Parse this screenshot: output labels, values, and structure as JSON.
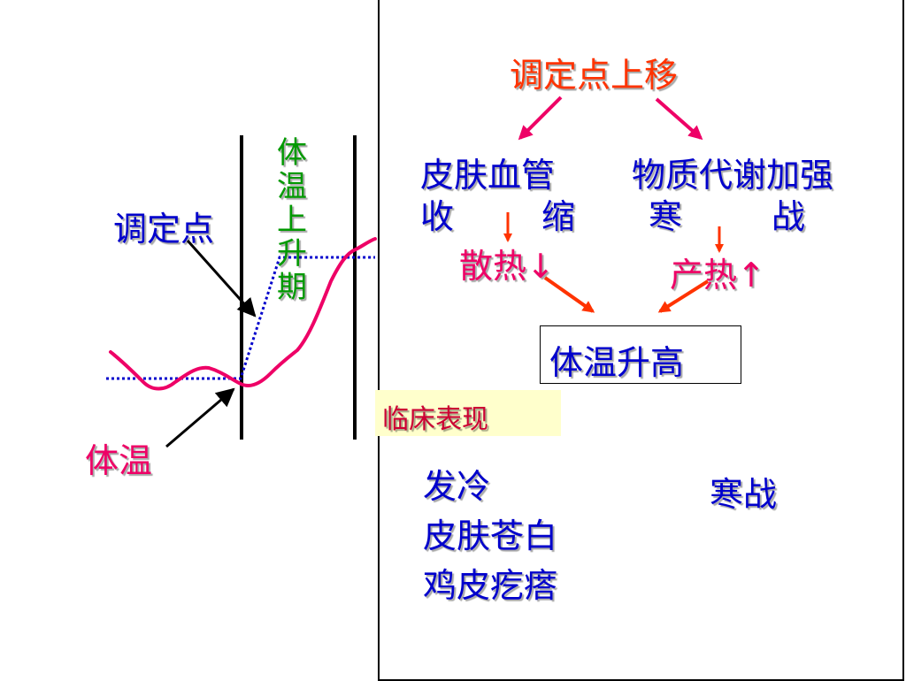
{
  "colors": {
    "red": "#ff3300",
    "blue": "#0000cc",
    "magenta": "#ee0066",
    "green": "#009900",
    "black": "#000000",
    "badge_bg": "#ffffcc"
  },
  "left": {
    "setpoint_label": "调定点",
    "body_temp_label": "体温",
    "phase_label_chars": [
      "体",
      "温",
      "上",
      "升",
      "期"
    ]
  },
  "right": {
    "top": "调定点上移",
    "left_branch": {
      "line1": "皮肤血管",
      "line2a": "收",
      "line2b": "缩"
    },
    "right_branch": {
      "line1": "物质代谢加强",
      "line2a": "寒",
      "line2b": "战"
    },
    "heat_loss": "散热↓",
    "heat_gain": "产热↑",
    "result": "体温升高",
    "clinical_badge": "临床表现",
    "symptoms": [
      "发冷",
      "皮肤苍白",
      "鸡皮疙瘩"
    ],
    "shivering": "寒战"
  }
}
